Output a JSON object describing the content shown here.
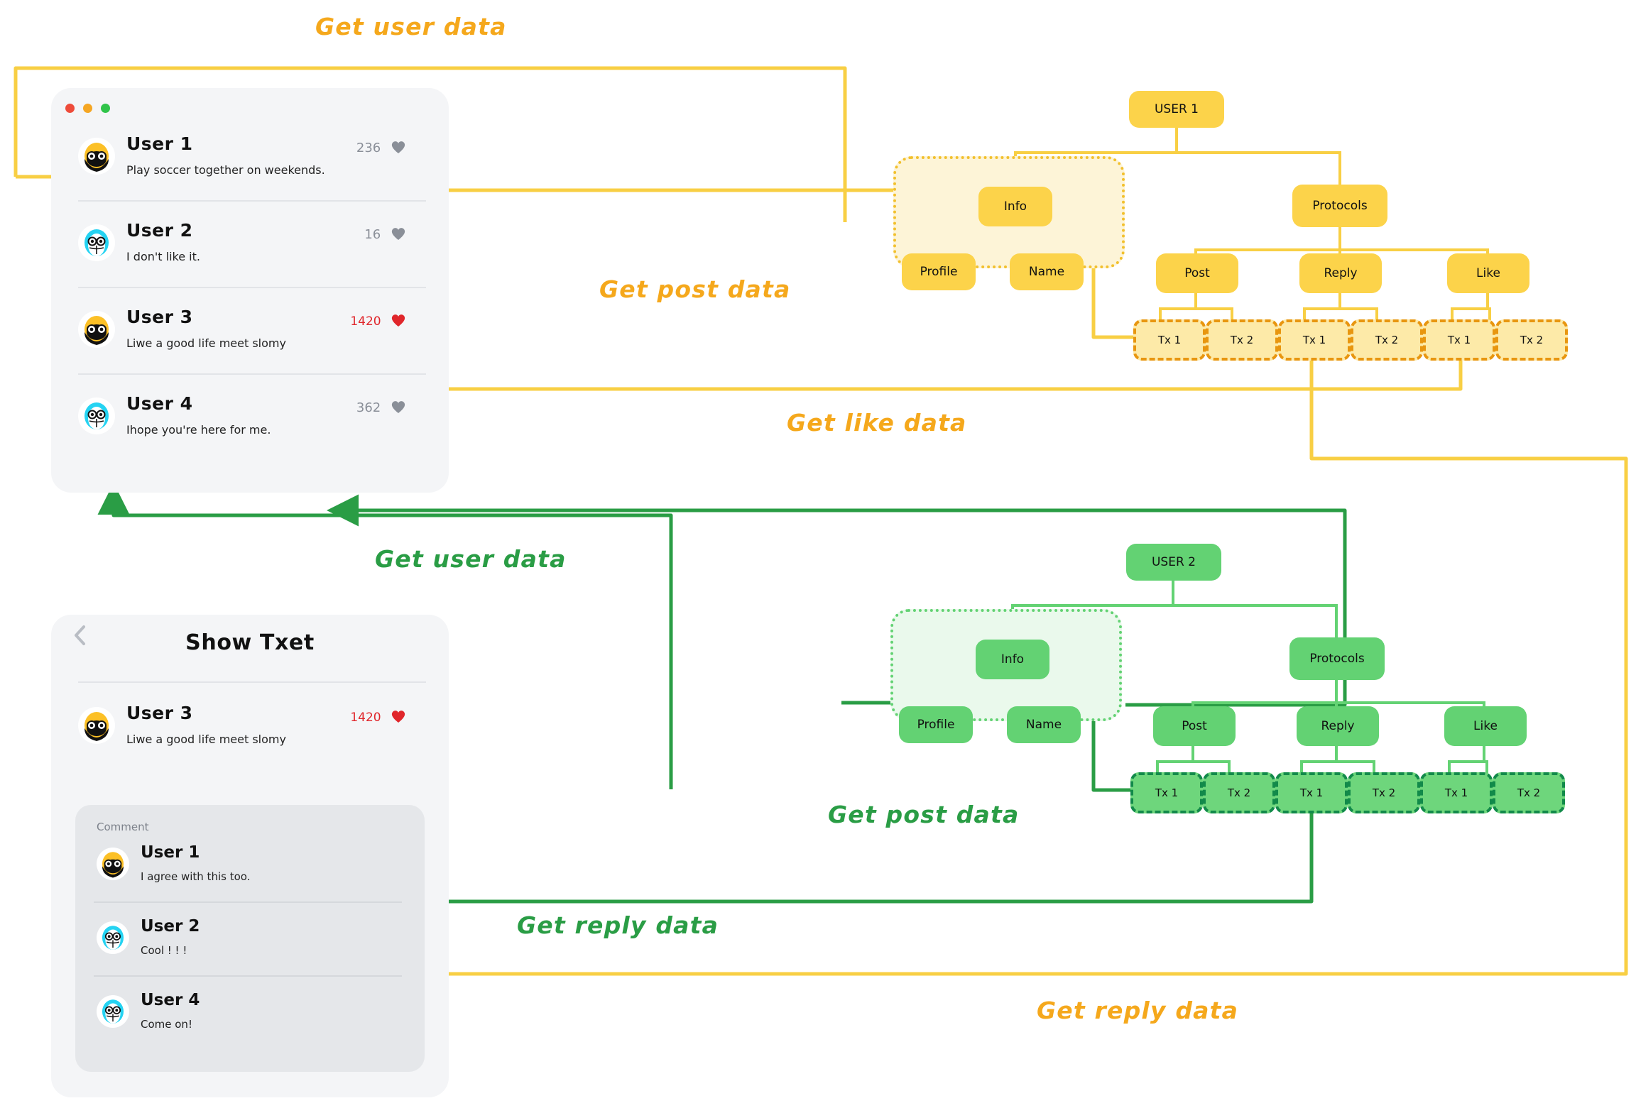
{
  "feed_window": {
    "traffic_lights": [
      "red",
      "yellow",
      "green"
    ],
    "posts": [
      {
        "name": "User 1",
        "text": "Play soccer together on weekends.",
        "likes": "236",
        "liked": false,
        "avatar": "avatar-yellow-beard"
      },
      {
        "name": "User 2",
        "text": "I don't like it.",
        "likes": "16",
        "liked": false,
        "avatar": "avatar-cyan-mustache"
      },
      {
        "name": "User 3",
        "text": "Liwe a good life meet slomy",
        "likes": "1420",
        "liked": true,
        "avatar": "avatar-yellow-beard"
      },
      {
        "name": "User 4",
        "text": "Ihope you're here for me.",
        "likes": "362",
        "liked": false,
        "avatar": "avatar-cyan-mustache"
      }
    ]
  },
  "detail_window": {
    "title": "Show Txet",
    "back_label": "‹",
    "post": {
      "name": "User 3",
      "text": "Liwe a good life meet slomy",
      "likes": "1420",
      "liked": true,
      "avatar": "avatar-yellow-beard"
    },
    "comment_section_label": "Comment",
    "comments": [
      {
        "name": "User 1",
        "text": "I agree with this too.",
        "avatar": "avatar-yellow-beard"
      },
      {
        "name": "User 2",
        "text": "Cool ! ! !",
        "avatar": "avatar-cyan-mustache"
      },
      {
        "name": "User 4",
        "text": "Come on!",
        "avatar": "avatar-cyan-mustache"
      }
    ]
  },
  "trees": [
    {
      "id": "tree-user-1",
      "color": "#fcd34a",
      "root": "USER 1",
      "info_group_label": "Info",
      "info_children": [
        "Profile",
        "Name"
      ],
      "protocols_label": "Protocols",
      "protocol_children": [
        "Post",
        "Reply",
        "Like"
      ],
      "tx_labels": [
        "Tx 1",
        "Tx 2",
        "Tx 1",
        "Tx 2",
        "Tx 1",
        "Tx 2"
      ]
    },
    {
      "id": "tree-user-2",
      "color": "#63d273",
      "root": "USER 2",
      "info_group_label": "Info",
      "info_children": [
        "Profile",
        "Name"
      ],
      "protocols_label": "Protocols",
      "protocol_children": [
        "Post",
        "Reply",
        "Like"
      ],
      "tx_labels": [
        "Tx 1",
        "Tx 2",
        "Tx 1",
        "Tx 2",
        "Tx 1",
        "Tx 2"
      ]
    }
  ],
  "annotations": [
    {
      "id": "ann-get-user-data-yellow",
      "text": "Get user data",
      "color": "#f5a81c"
    },
    {
      "id": "ann-get-post-data-yellow",
      "text": "Get post data",
      "color": "#f5a81c"
    },
    {
      "id": "ann-get-like-data-yellow",
      "text": "Get like data",
      "color": "#f5a81c"
    },
    {
      "id": "ann-get-user-data-green",
      "text": "Get user data",
      "color": "#2a9d45"
    },
    {
      "id": "ann-get-post-data-green",
      "text": "Get post data",
      "color": "#2a9d45"
    },
    {
      "id": "ann-get-reply-data-green",
      "text": "Get reply data",
      "color": "#2a9d45"
    },
    {
      "id": "ann-get-reply-data-yellow",
      "text": "Get reply data",
      "color": "#f5c84c"
    }
  ],
  "colors": {
    "yellow_node": "#fcd34a",
    "yellow_line": "#f8cf44",
    "yellow_tx_border": "#e8960f",
    "green_node": "#63d273",
    "green_line": "#2a9d45",
    "green_tx_border": "#128a4a",
    "heart_active": "#e0262b",
    "heart_inactive": "#8a8f98"
  }
}
